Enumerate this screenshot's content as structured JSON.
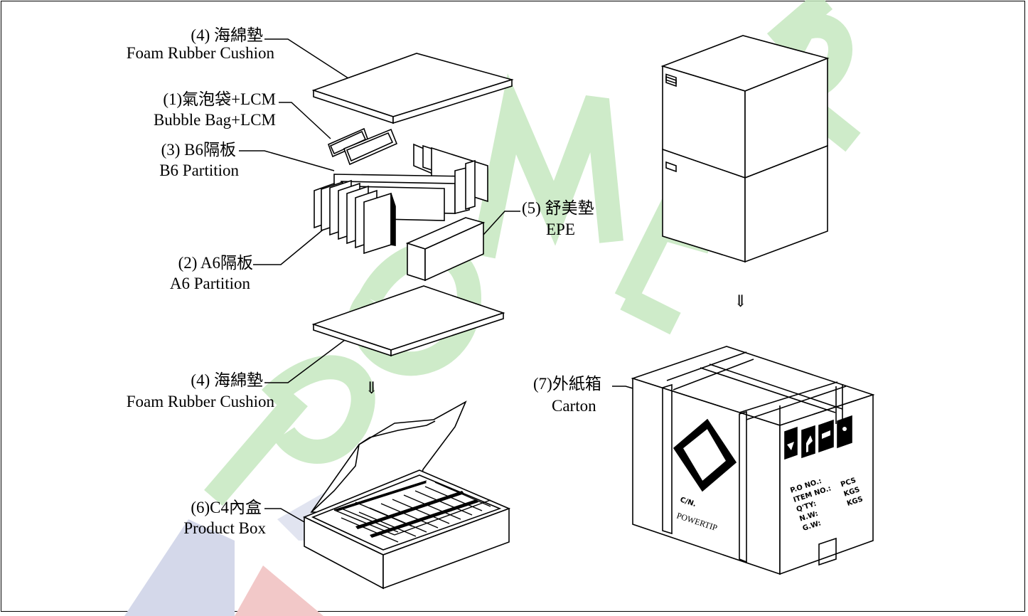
{
  "watermark": {
    "text": "POWERTIP",
    "colors": {
      "green": "#c6e8c0",
      "blue": "#d4d8ea",
      "red": "#f2c8c8"
    }
  },
  "labels": {
    "foam_top_zh": "(4) 海綿墊",
    "foam_top_en": "Foam Rubber Cushion",
    "bubble_zh": "(1)氣泡袋+LCM",
    "bubble_en": "Bubble Bag+LCM",
    "b6_zh": "(3) B6隔板",
    "b6_en": "B6 Partition",
    "epe_zh": "(5) 舒美墊",
    "epe_en": "EPE",
    "a6_zh": "(2) A6隔板",
    "a6_en": "A6 Partition",
    "foam_bottom_zh": "(4) 海綿墊",
    "foam_bottom_en": "Foam Rubber Cushion",
    "box_zh": "(6)C4內盒",
    "box_en": "Product Box",
    "carton_zh": "(7)外紙箱",
    "carton_en": "Carton"
  },
  "arrows": {
    "down_symbol": "⇓"
  },
  "carton_print": {
    "brand": "POWERTIP",
    "cn": "C/N.",
    "fields": [
      "P.O NO.:",
      "ITEM NO.:",
      "Q'TY:",
      "N.W:",
      "G.W:"
    ],
    "units": [
      "PCS",
      "KGS",
      "KGS"
    ]
  }
}
